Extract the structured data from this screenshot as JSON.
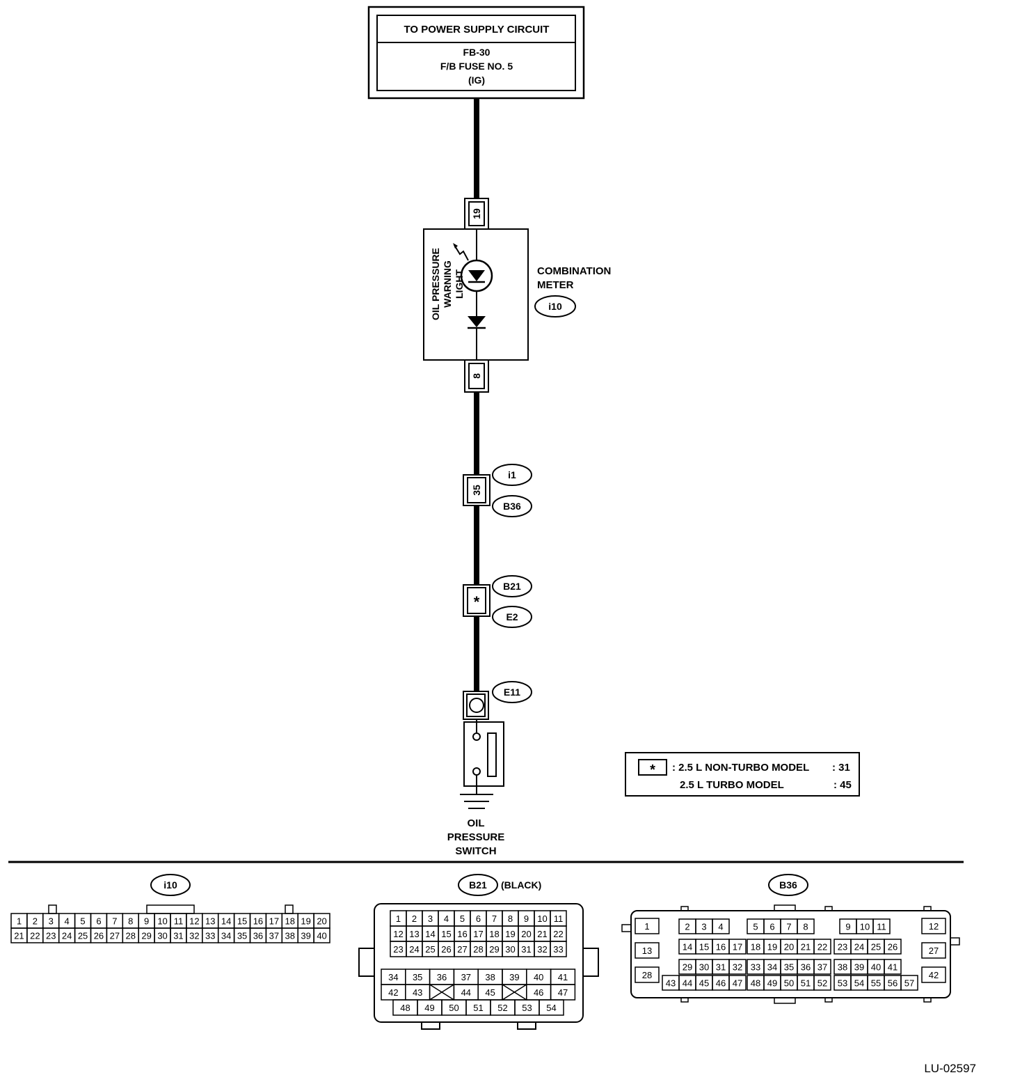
{
  "power_supply": {
    "title": "TO POWER SUPPLY CIRCUIT",
    "line1": "FB-30",
    "line2": "F/B FUSE NO. 5",
    "line3": "(IG)"
  },
  "pins": {
    "top": "19",
    "bottom": "8",
    "connector_i1": "35",
    "connector_b21": "*"
  },
  "meter": {
    "lamp_label_1": "OIL PRESSURE",
    "lamp_label_2": "WARNING",
    "lamp_label_3": "LIGHT",
    "name_1": "COMBINATION",
    "name_2": "METER",
    "connector": "i10"
  },
  "tags": {
    "i1": "i1",
    "b36": "B36",
    "b21": "B21",
    "e2": "E2",
    "e11": "E11"
  },
  "switch": {
    "line1": "OIL",
    "line2": "PRESSURE",
    "line3": "SWITCH"
  },
  "legend": {
    "symbol": "*",
    "row1_model": ": 2.5 L NON-TURBO MODEL",
    "row1_value": ": 31",
    "row2_model": "2.5 L TURBO MODEL",
    "row2_value": ": 45"
  },
  "connectors": {
    "i10": {
      "tag": "i10",
      "row1": [
        "1",
        "2",
        "3",
        "4",
        "5",
        "6",
        "7",
        "8",
        "9",
        "10",
        "11",
        "12",
        "13",
        "14",
        "15",
        "16",
        "17",
        "18",
        "19",
        "20"
      ],
      "row2": [
        "21",
        "22",
        "23",
        "24",
        "25",
        "26",
        "27",
        "28",
        "29",
        "30",
        "31",
        "32",
        "33",
        "34",
        "35",
        "36",
        "37",
        "38",
        "39",
        "40"
      ]
    },
    "b21": {
      "tag": "B21",
      "note": "(BLACK)",
      "rows": [
        [
          "1",
          "2",
          "3",
          "4",
          "5",
          "6",
          "7",
          "8",
          "9",
          "10",
          "11"
        ],
        [
          "12",
          "13",
          "14",
          "15",
          "16",
          "17",
          "18",
          "19",
          "20",
          "21",
          "22"
        ],
        [
          "23",
          "24",
          "25",
          "26",
          "27",
          "28",
          "29",
          "30",
          "31",
          "32",
          "33"
        ]
      ],
      "lower1": [
        "34",
        "35",
        "36",
        "37",
        "38",
        "39",
        "40",
        "41"
      ],
      "lower2": [
        "42",
        "43",
        "",
        "44",
        "45",
        "",
        "46",
        "47"
      ],
      "lower3": [
        "48",
        "49",
        "50",
        "51",
        "52",
        "53",
        "54"
      ]
    },
    "b36": {
      "tag": "B36",
      "left": [
        "1",
        "13",
        "28"
      ],
      "right": [
        "12",
        "27",
        "42"
      ],
      "g1": [
        "2",
        "3",
        "4",
        "14",
        "15",
        "16",
        "17",
        "29",
        "30",
        "31",
        "32",
        "43",
        "44",
        "45",
        "46",
        "47"
      ],
      "g2": [
        "5",
        "6",
        "7",
        "8",
        "18",
        "19",
        "20",
        "21",
        "22",
        "33",
        "34",
        "35",
        "36",
        "37",
        "48",
        "49",
        "50",
        "51",
        "52"
      ],
      "g3": [
        "9",
        "10",
        "11",
        "23",
        "24",
        "25",
        "26",
        "38",
        "39",
        "40",
        "41",
        "53",
        "54",
        "55",
        "56",
        "57"
      ]
    }
  },
  "figure_id": "LU-02597"
}
